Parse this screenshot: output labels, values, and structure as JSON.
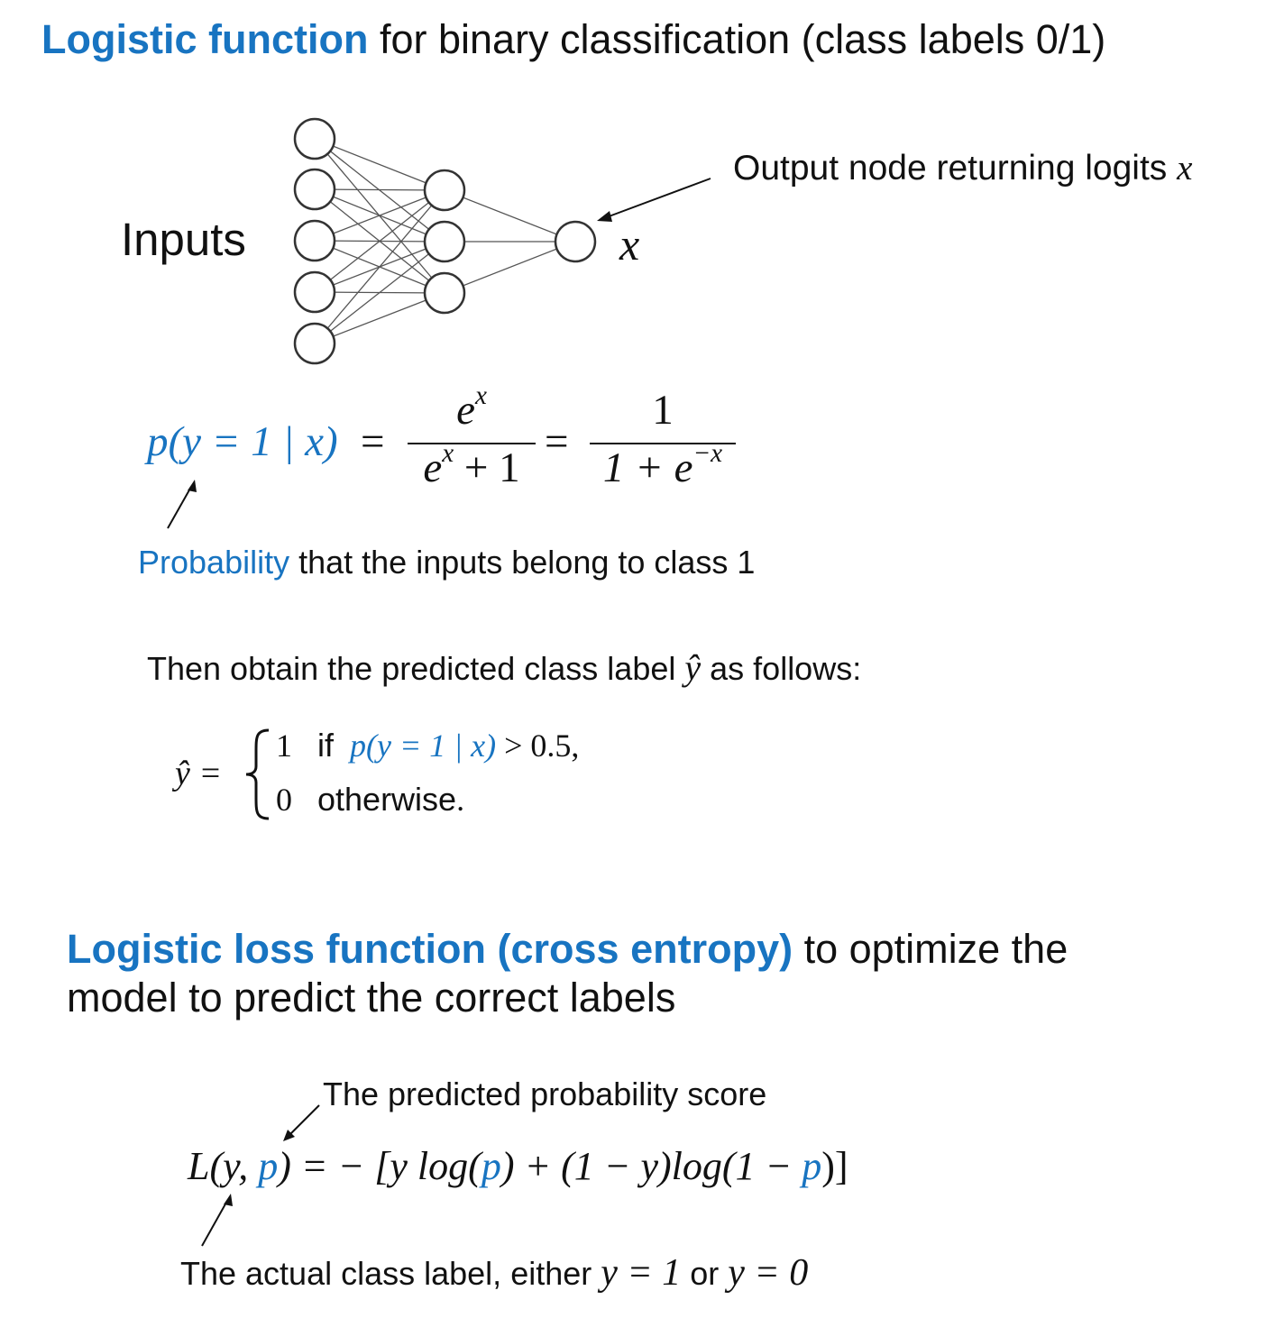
{
  "title1": {
    "highlight": "Logistic function",
    "rest": " for binary classification (class labels 0/1)"
  },
  "network": {
    "inputs_label": "Inputs",
    "output_var": "x",
    "output_annotation_text": "Output node returning logits ",
    "output_annotation_var": "x"
  },
  "equation1": {
    "lhs": "p(y = 1 | x)",
    "equals": "=",
    "frac1_num": "e",
    "frac1_num_exp": "x",
    "frac1_den_base": "e",
    "frac1_den_exp": "x",
    "frac1_den_rest": " + 1",
    "frac2_num": "1",
    "frac2_den_base": "1 + e",
    "frac2_den_exp": "−x"
  },
  "probability_note": {
    "highlight": "Probability",
    "rest": " that the inputs belong to class 1"
  },
  "then_line": {
    "before": "Then obtain the predicted class label ",
    "var": "ŷ",
    "after": " as follows:"
  },
  "piecewise": {
    "lhs": "ŷ =",
    "case1_value": "1",
    "case1_if": "if",
    "case1_cond": "p(y = 1 | x)",
    "case1_rest": " > 0.5,",
    "case2_value": "0",
    "case2_text": "otherwise",
    "case2_end": "."
  },
  "title2": {
    "highlight": "Logistic loss function (cross entropy)",
    "rest_line1": " to optimize the",
    "line2": "model to predict the correct labels"
  },
  "loss": {
    "predicted_note": "The predicted probability score",
    "eq_L": "L(y, ",
    "eq_p": "p",
    "eq_mid": ") = − [y log(",
    "eq_p2": "p",
    "eq_mid2": ") + (1 − y)log(1 − ",
    "eq_p3": "p",
    "eq_end": ")]",
    "actual_note_text": "The actual class label, either ",
    "actual_y1": "y = 1",
    "actual_or": " or ",
    "actual_y0": "y = 0"
  },
  "colors": {
    "accent": "#1874c1",
    "text": "#111111",
    "node_stroke": "#333333"
  }
}
